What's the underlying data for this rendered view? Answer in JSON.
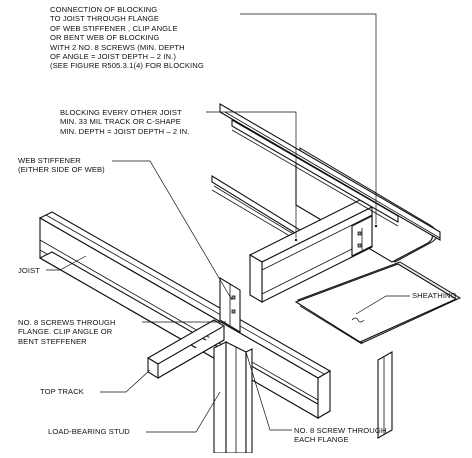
{
  "labels": {
    "connection_note": "CONNECTION OF BLOCKING\nTO JOIST THROUGH FLANGE\nOF WEB STIFFENER , CLIP ANGLE\nOR BENT WEB OF BLOCKING\nWITH 2 NO. 8 SCREWS (MIN. DEPTH\nOF ANGLE = JOIST DEPTH – 2 IN.)\n(SEE FIGURE R505.3.1(4) FOR BLOCKING",
    "blocking_note": "BLOCKING EVERY OTHER JOIST\nMIN. 33 MIL TRACK OR C-SHAPE\nMIN. DEPTH = JOIST DEPTH – 2 IN.",
    "web_stiffener": "WEB STIFFENER\n(EITHER SIDE OF WEB)",
    "joist": "JOIST",
    "sheathing": "SHEATHING",
    "screws_flange": "NO. 8 SCREWS THROUGH\nFLANGE. CLIP ANGLE OR\nBENT STEFFENER",
    "top_track": "TOP TRACK",
    "load_bearing_stud": "LOAD-BEARING STUD",
    "screw_each_flange": "NO. 8 SCREW THROUGH\nEACH FLANGE"
  }
}
